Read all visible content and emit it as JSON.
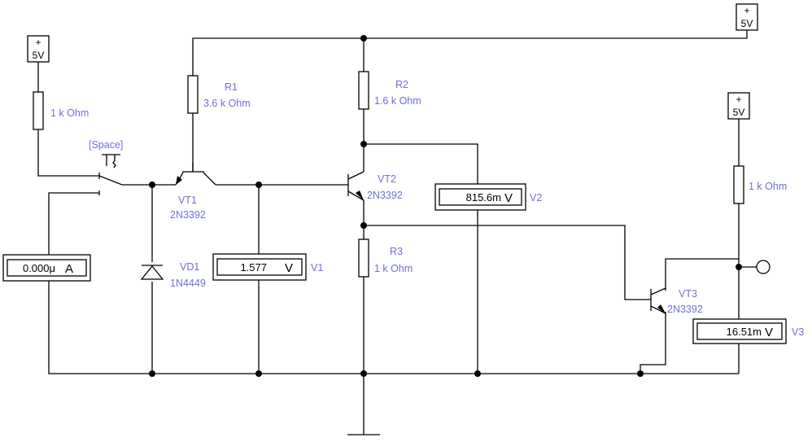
{
  "sources": {
    "s1": "5V",
    "s2": "5V",
    "s3": "5V"
  },
  "resistors": {
    "r_in": {
      "value": "1 k Ohm"
    },
    "r1": {
      "ref": "R1",
      "value": "3.6 k Ohm"
    },
    "r2": {
      "ref": "R2",
      "value": "1.6 k Ohm"
    },
    "r3": {
      "ref": "R3",
      "value": "1 k Ohm"
    },
    "r_out": {
      "value": "1 k Ohm"
    }
  },
  "switch": {
    "key": "[Space]"
  },
  "transistors": {
    "vt1": {
      "ref": "VT1",
      "model": "2N3392"
    },
    "vt2": {
      "ref": "VT2",
      "model": "2N3392"
    },
    "vt3": {
      "ref": "VT3",
      "model": "2N3392"
    }
  },
  "diode": {
    "ref": "VD1",
    "model": "1N4449"
  },
  "meters": {
    "ammeter": {
      "value": "0.000μ",
      "unit": "A"
    },
    "v1": {
      "ref": "V1",
      "value": "1.577",
      "unit": "V"
    },
    "v2": {
      "ref": "V2",
      "value": "815.6m",
      "unit": "V"
    },
    "v3": {
      "ref": "V3",
      "value": "16.51m",
      "unit": "V"
    }
  },
  "colors": {
    "label": "#6f6fd8",
    "wire": "#000000",
    "background": "#ffffff"
  }
}
